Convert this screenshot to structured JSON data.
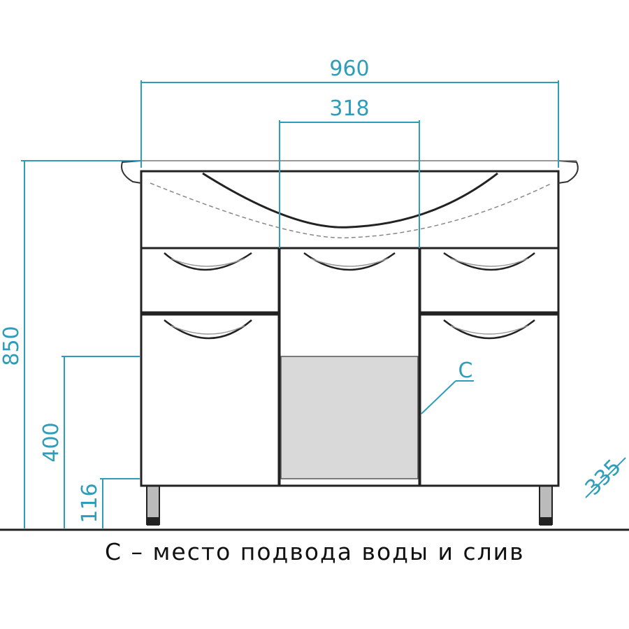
{
  "dimensions": {
    "total_width": "960",
    "center_width": "318",
    "total_height": "850",
    "countertop_height": "400",
    "leg_height": "116",
    "depth": "335",
    "connection_marker": "C"
  },
  "legend": {
    "text": "С – место подвода воды и слив"
  },
  "colors": {
    "dimension": "#2e9dbb",
    "outline": "#222222",
    "niche_fill": "#d9d9d9"
  }
}
